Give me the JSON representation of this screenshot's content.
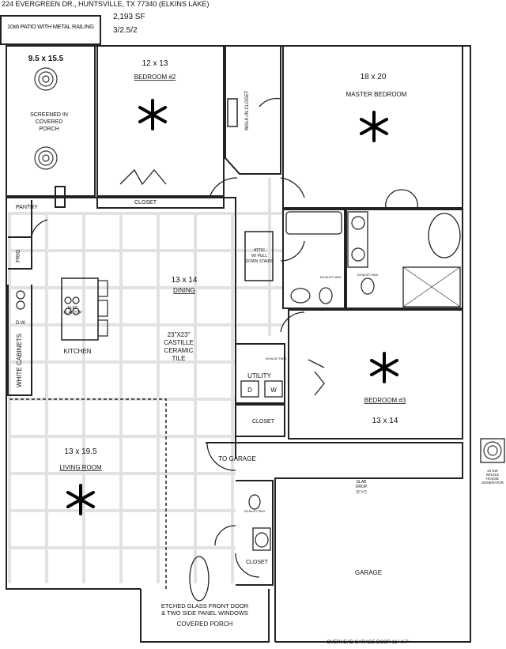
{
  "header": {
    "address": "224 EVERGREEN DR., HUNTSVILLE, TX 77340 (ELKINS LAKE)",
    "sqft": "2,193 SF",
    "beds_baths": "3/2.5/2"
  },
  "rooms": {
    "patio": "10x6 PATIO WITH METAL RAILING",
    "porch_size": "9.5 x 15.5",
    "porch_line1": "SCREENED IN",
    "porch_line2": "COVERED",
    "porch_line3": "PORCH",
    "bed2_size": "12 x 13",
    "bed2_name": "BEDROOM #2",
    "closet_bed2": "CLOSET",
    "walkin_closet": "WALK-IN CLOSET",
    "master_size": "18 x 20",
    "master_name": "MASTER BEDROOM",
    "pantry": "PANTRY",
    "frig": "FRIG",
    "dw": "D.W.",
    "white_cabinets": "WHITE CABINETS",
    "kitchen": "KITCHEN",
    "cooktop_line1": "ELEC",
    "cooktop_line2": "FLAT TOP",
    "dining_size": "13 x 14",
    "dining_name": "DINING",
    "tile_line1": "23\"X23\"",
    "tile_line2": "CASTILLE",
    "tile_line3": "CERAMIC",
    "tile_line4": "TILE",
    "attic_line1": "ATTIC",
    "attic_line2": "W/ PULL",
    "attic_line3": "DOWN STAIRS",
    "exhaust_fan": "EXHAUST FANS",
    "utility": "UTILITY",
    "washer": "W",
    "dryer": "D",
    "closet_utility": "CLOSET",
    "bed3_name": "BEDROOM #3",
    "bed3_size": "13 x 14",
    "living_size": "13 x 19.5",
    "living_name": "LIVING ROOM",
    "to_garage": "TO GARAGE",
    "slab_drop_line1": "SLAB",
    "slab_drop_line2": "DROP",
    "slab_drop_line3": "(3 ½\")",
    "closet_entry": "CLOSET",
    "garage": "GARAGE",
    "front_door_line1": "ETCHED GLASS FRONT DOOR",
    "front_door_line2": "& TWO SIDE PANEL WINDOWS",
    "covered_porch": "COVERED PORCH",
    "garage_door": "OVERHEAD GARAGE DOOR  16 ' X 7 '",
    "generator_line1": "24 KW",
    "generator_line2": "WHOLE",
    "generator_line3": "HOUSE",
    "generator_line4": "GENERATOR"
  }
}
